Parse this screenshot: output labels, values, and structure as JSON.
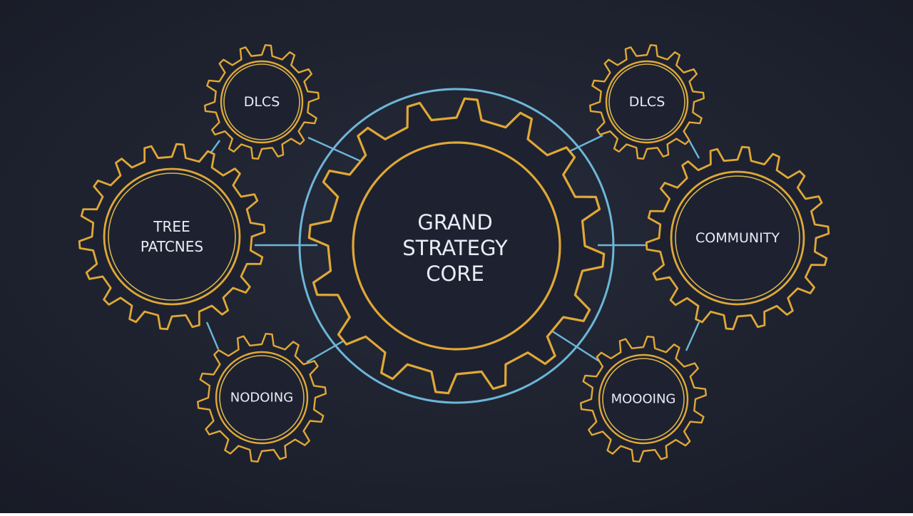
{
  "core": {
    "lines": [
      "GRAND",
      "STRATEGY",
      "CORE"
    ]
  },
  "nodes": {
    "dlcs_left": "DLCS",
    "dlcs_right": "DLCS",
    "tree_patches": [
      "TREE",
      "PATCNES"
    ],
    "community": "COMMUNITY",
    "modding_left": "NODOING",
    "modding_right": "MOOOING"
  },
  "colors": {
    "background": "#1e2230",
    "gear": "#e0a836",
    "gear_inner": "#d8b44c",
    "connector": "#6cb6d8",
    "text": "#e9ecf4"
  }
}
